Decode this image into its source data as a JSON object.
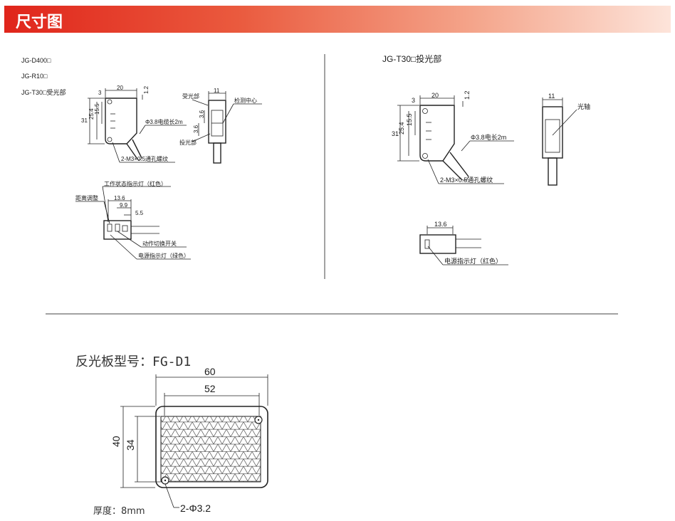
{
  "header": {
    "title": "尺寸图"
  },
  "left": {
    "models": [
      "JG-D400□",
      "JG-R10□",
      "JG-T30□受光部"
    ],
    "dims": {
      "width": "20",
      "left_offset": "3",
      "top_offset": "1.2",
      "height": "31",
      "hole_spacing": "25.4",
      "sub": "15.5"
    },
    "cable": "Φ3.8电缆长2m",
    "thread": "2-M3×0.5通孔螺纹",
    "side": {
      "width": "11",
      "rx_label": "受光部",
      "tx_label": "投光部",
      "center_label": "检测中心",
      "dim_a": "3.6",
      "dim_b": "3.6"
    },
    "top_view": {
      "work_led": "工作状态指示灯（红色）",
      "distance_adj": "距离调整",
      "switch": "动作切换开关",
      "power_led": "电源指示灯（绿色）",
      "d1": "13.6",
      "d2": "9.9",
      "d3": "5.5"
    }
  },
  "right": {
    "model": "JG-T30□投光部",
    "dims": {
      "width": "20",
      "left_offset": "3",
      "top_offset": "1.2",
      "height": "31",
      "hole_spacing": "25.4",
      "sub": "15.5"
    },
    "cable": "Φ3.8电长2m",
    "thread": "2-M3×0.5通孔螺纹",
    "side": {
      "width": "11",
      "axis_label": "光轴"
    },
    "top_view": {
      "d1": "13.6",
      "power_led": "电源指示灯（红色）"
    }
  },
  "reflector": {
    "title": "反光板型号：FG-D1",
    "outer_w": "60",
    "inner_w": "52",
    "outer_h": "40",
    "inner_h": "34",
    "holes": "2-Φ3.2",
    "thickness": "厚度：8mm"
  }
}
